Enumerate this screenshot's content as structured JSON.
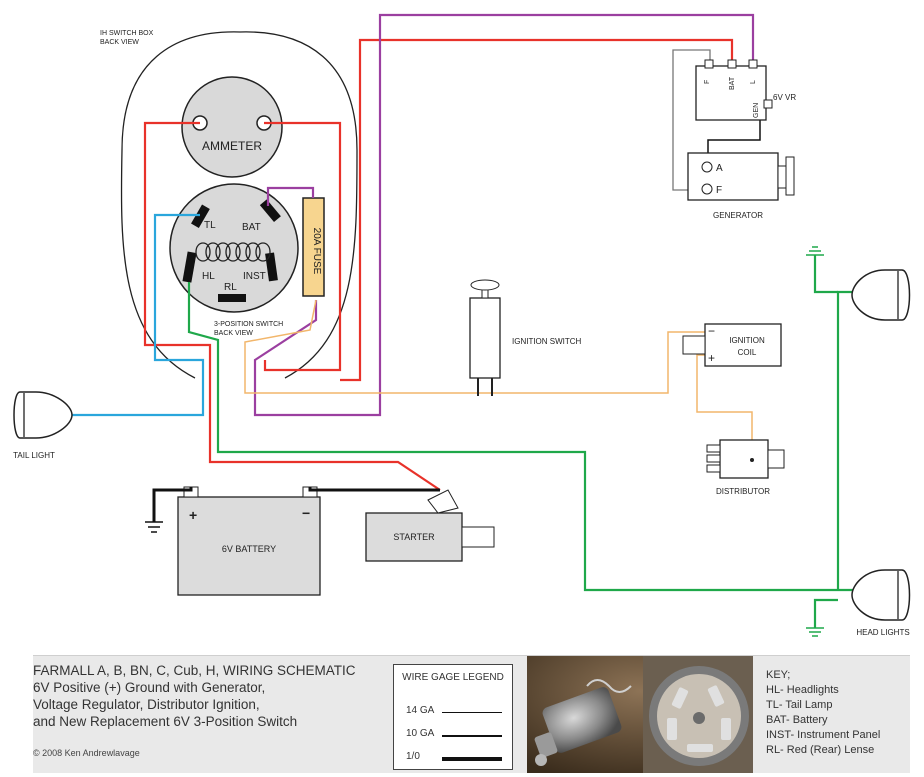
{
  "diagram": {
    "switch_box_label": [
      "IH SWITCH BOX",
      "BACK VIEW"
    ],
    "ammeter": "AMMETER",
    "switch_terminals": {
      "tl": "TL",
      "bat": "BAT",
      "hl": "HL",
      "inst": "INST",
      "rl": "RL"
    },
    "fuse": "20A FUSE",
    "switch_caption": [
      "3-POSITION SWITCH",
      "BACK VIEW"
    ],
    "tail_light": "TAIL LIGHT",
    "battery": "6V BATTERY",
    "battery_pos": "+",
    "battery_neg": "−",
    "starter": "STARTER",
    "ignition_switch": "IGNITION SWITCH",
    "ignition_coil": [
      "IGNITION",
      "COIL"
    ],
    "coil_neg": "−",
    "coil_pos": "+",
    "distributor": "DISTRIBUTOR",
    "vr_label": "6V VR",
    "vr_terminals": {
      "f": "F",
      "bat": "BAT",
      "l": "L",
      "gen": "GEN"
    },
    "generator": "GENERATOR",
    "gen_terminals": {
      "a": "A",
      "f": "F"
    },
    "head_lights": "HEAD LIGHTS",
    "wire_colors": {
      "red": "#e8322a",
      "purple": "#9b3fa0",
      "blue": "#2aa6dc",
      "green": "#1fa84a",
      "orange": "#f2b66b",
      "black": "#111111",
      "gray": "#777777"
    }
  },
  "footer": {
    "title_lines": [
      "FARMALL A, B, BN, C, Cub, H, WIRING SCHEMATIC",
      "6V Positive (+) Ground with Generator,",
      "Voltage Regulator, Distributor Ignition,",
      "and New Replacement 6V 3-Position Switch"
    ],
    "copyright": "© 2008 Ken Andrewlavage",
    "legend_title": "WIRE GAGE LEGEND",
    "legend": [
      "14 GA",
      "10 GA",
      "1/0"
    ],
    "key_lines": [
      "KEY;",
      "HL- Headlights",
      "TL- Tail Lamp",
      "BAT- Battery",
      "INST- Instrument Panel",
      "RL- Red (Rear) Lense"
    ]
  }
}
